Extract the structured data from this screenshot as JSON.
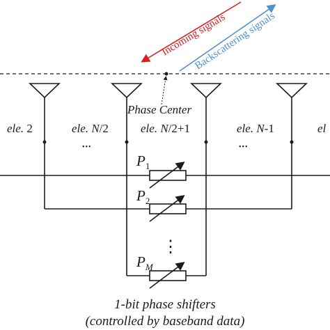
{
  "signals": {
    "incoming": "Incoming signals",
    "backscattering": "Backscattering signals",
    "incoming_color": "#d42020",
    "backscattering_color": "#4d8fd0"
  },
  "phase_center": "Phase Center",
  "elements": {
    "e2": {
      "prefix": "ele. ",
      "num": "2"
    },
    "eN2": {
      "prefix": "ele. ",
      "var": "N",
      "suffix": "/2"
    },
    "eN21": {
      "prefix": "ele. ",
      "var": "N",
      "suffix": "/2+1"
    },
    "eN1": {
      "prefix": "ele. ",
      "var": "N",
      "suffix": "-1"
    },
    "eN_cut": "el"
  },
  "ellipsis": "•••",
  "vertical_ellipsis": "⋮",
  "shifters": [
    {
      "symbol": "P",
      "sub": "1"
    },
    {
      "symbol": "P",
      "sub": "2"
    },
    {
      "symbol": "P",
      "sub": "M"
    }
  ],
  "caption": {
    "line1": "1-bit phase shifters",
    "line2": "(controlled by baseband data)"
  }
}
